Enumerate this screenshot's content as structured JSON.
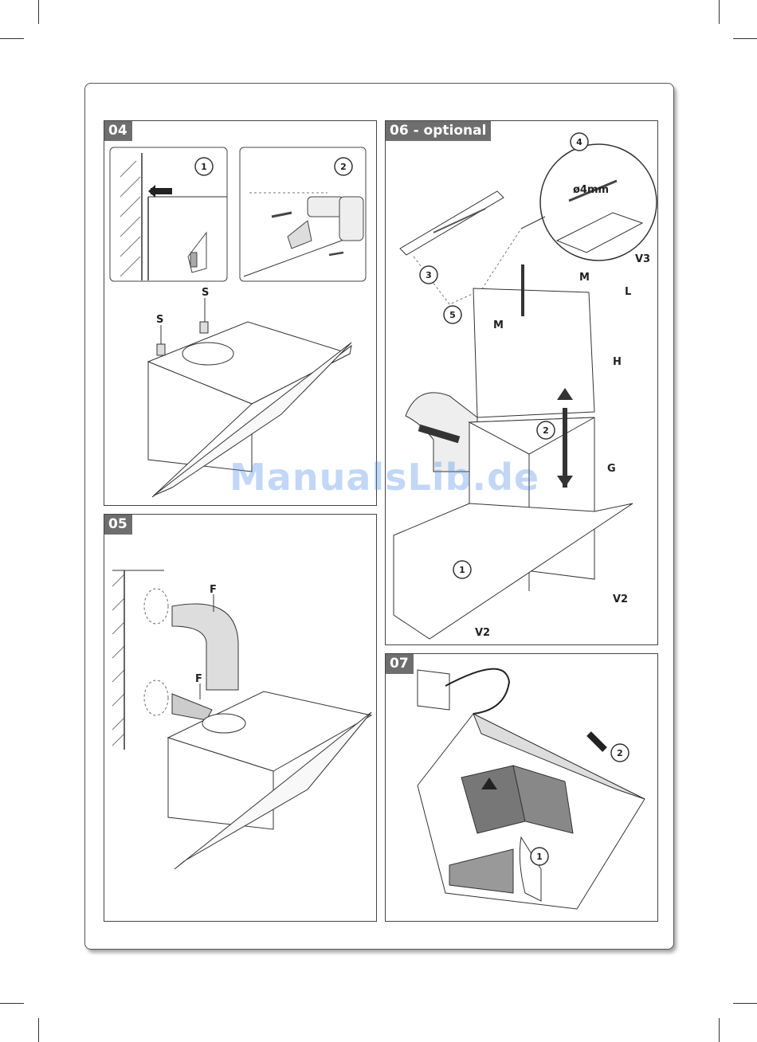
{
  "panels": {
    "p04": {
      "tag": "04",
      "steps": [
        "1",
        "2"
      ],
      "labels": {
        "s_left": "S",
        "s_right": "S"
      }
    },
    "p05": {
      "tag": "05",
      "labels": {
        "f_top": "F",
        "f_bottom": "F"
      }
    },
    "p06": {
      "tag": "06 - optional",
      "steps": [
        "1",
        "2",
        "3",
        "4",
        "5"
      ],
      "labels": {
        "diameter": "ø4mm",
        "v3": "V3",
        "m_top": "M",
        "m_side": "M",
        "l": "L",
        "h": "H",
        "g": "G",
        "v2_right": "V2",
        "v2_bottom": "V2"
      }
    },
    "p07": {
      "tag": "07",
      "steps": [
        "1",
        "2"
      ]
    }
  },
  "watermark": "ManualsLib.de"
}
